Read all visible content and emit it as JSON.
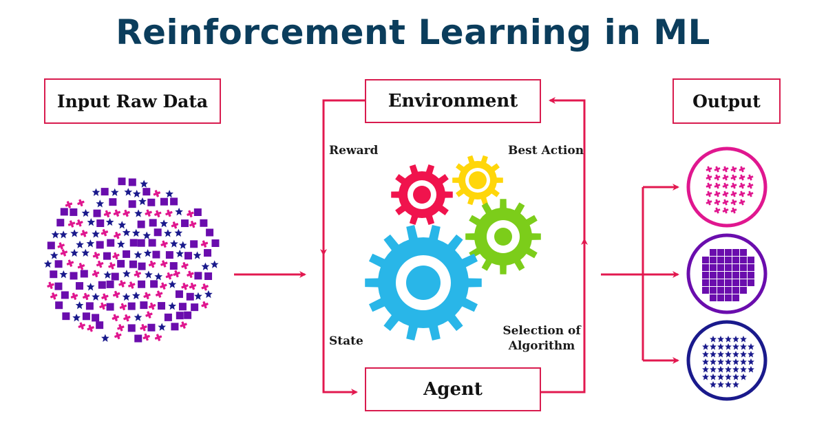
{
  "title": "Reinforcement Learning in ML",
  "boxes": {
    "input": "Input Raw Data",
    "environment": "Environment",
    "agent": "Agent",
    "output": "Output"
  },
  "labels": {
    "reward": "Reward",
    "best_action": "Best Action",
    "state": "State",
    "selection_line1": "Selection of",
    "selection_line2": "Algorithm"
  },
  "colors": {
    "title": "#0b3d5c",
    "arrow": "#e2184f",
    "pink": "#e0178f",
    "purple": "#6a0dad",
    "navy": "#1a1a8c",
    "gear_blue": "#29b6e8",
    "gear_red": "#f0134d",
    "gear_yellow": "#ffd60a",
    "gear_green": "#7ccd1a"
  },
  "icons": {
    "pink_item": "cross-shape",
    "purple_item": "square-shape",
    "navy_item": "star-shape"
  }
}
